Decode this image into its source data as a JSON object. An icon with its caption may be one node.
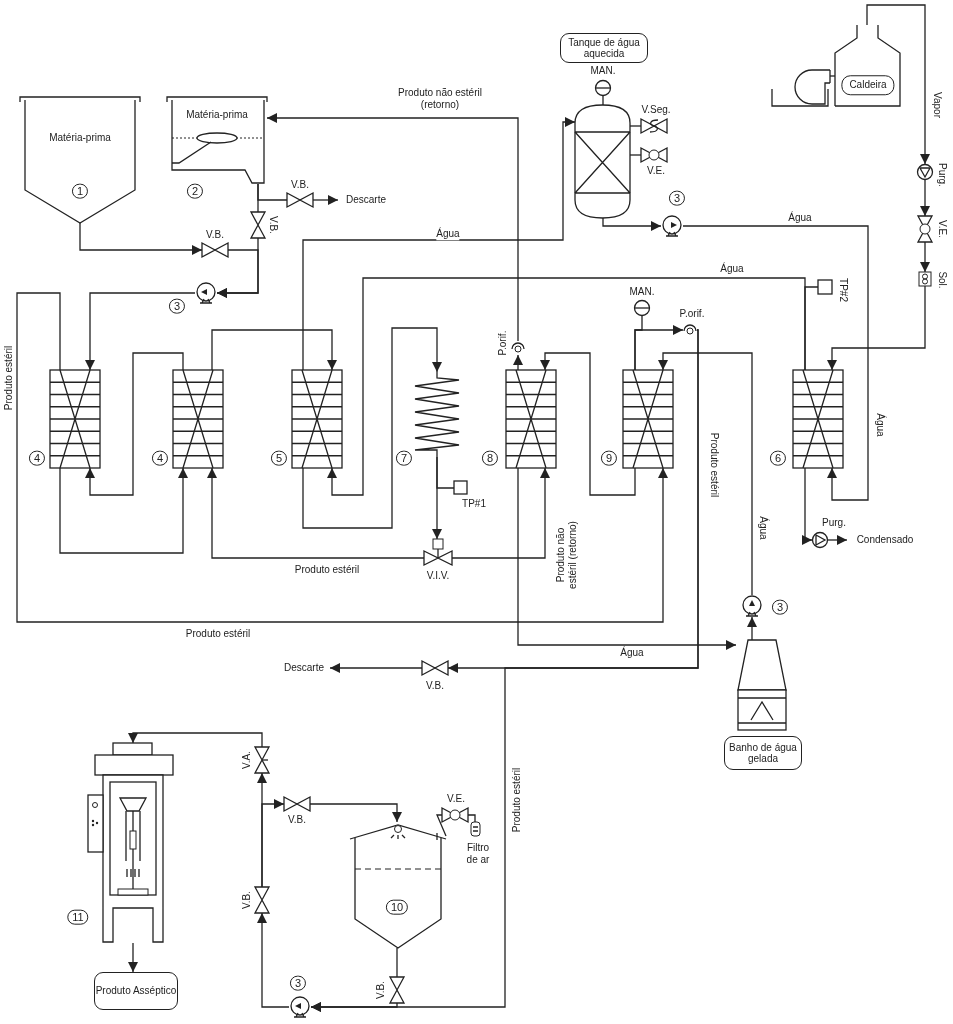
{
  "diagram": {
    "nodes": [
      {
        "text": [
          "Matéria-prima",
          "1"
        ]
      },
      {
        "text": [
          "Matéria-prima"
        ],
        "beside": [
          "2"
        ]
      },
      {
        "text": [],
        "shape": "valve",
        "beside": [
          "V.B."
        ]
      },
      {
        "text": [
          "Descarte"
        ]
      },
      {
        "text": [],
        "shape": "valve",
        "beside": [
          "V.B."
        ]
      },
      {
        "text": [],
        "shape": "valve",
        "beside": [
          "V.B."
        ]
      },
      {
        "text": [],
        "shape": "pump",
        "beside": [
          "3"
        ]
      },
      {
        "text": [],
        "shape": "box",
        "beside": [
          "4"
        ]
      },
      {
        "text": [],
        "shape": "box",
        "beside": [
          "4"
        ]
      },
      {
        "text": [],
        "shape": "box",
        "beside": [
          "5"
        ]
      },
      {
        "text": [],
        "shape": "coil",
        "beside": [
          "7"
        ]
      },
      {
        "text": [],
        "shape": "box",
        "beside": [
          "TP#1"
        ]
      },
      {
        "text": [],
        "shape": "valve",
        "beside": [
          "V.I.V."
        ]
      },
      {
        "text": [],
        "shape": "box",
        "beside": [
          "8"
        ]
      },
      {
        "text": [],
        "shape": "circle",
        "beside": [
          "P.orif."
        ]
      },
      {
        "text": [],
        "shape": "box",
        "beside": [
          "9"
        ]
      },
      {
        "text": [],
        "shape": "circle",
        "beside": [
          "MAN."
        ]
      },
      {
        "text": [],
        "shape": "circle",
        "beside": [
          "P.orif."
        ]
      },
      {
        "text": [],
        "shape": "box",
        "beside": [
          "6"
        ]
      },
      {
        "text": [],
        "shape": "circle",
        "beside": [
          "Purg."
        ]
      },
      {
        "text": [
          "Condensado"
        ]
      },
      {
        "text": [],
        "shape": "box",
        "beside": [
          "TP#2"
        ]
      },
      {
        "text": [
          "Tanque de água aquecida"
        ]
      },
      {
        "text": [],
        "shape": "tank"
      },
      {
        "text": [],
        "shape": "circle",
        "beside": [
          "MAN."
        ]
      },
      {
        "text": [],
        "shape": "valve",
        "beside": [
          "V.Seg."
        ]
      },
      {
        "text": [],
        "shape": "valve",
        "beside": [
          "V.E."
        ]
      },
      {
        "text": [],
        "shape": "pump",
        "beside": [
          "3"
        ]
      },
      {
        "text": [
          "Caldeira"
        ]
      },
      {
        "text": [],
        "shape": "circle",
        "beside": [
          "Purg."
        ]
      },
      {
        "text": [],
        "shape": "valve",
        "beside": [
          "V.E."
        ]
      },
      {
        "text": [],
        "shape": "box",
        "beside": [
          "Sol."
        ]
      },
      {
        "text": [],
        "shape": "pump",
        "beside": [
          "3"
        ]
      },
      {
        "text": [],
        "shape": "tank"
      },
      {
        "text": [
          "Banho de água gelada"
        ]
      },
      {
        "text": [],
        "shape": "valve",
        "beside": [
          "V.B."
        ]
      },
      {
        "text": [
          "Descarte"
        ]
      },
      {
        "text": [
          "10"
        ]
      },
      {
        "text": [],
        "shape": "valve",
        "beside": [
          "V.E."
        ]
      },
      {
        "text": [],
        "shape": "cylinder",
        "beside": [
          "Filtro de ar"
        ]
      },
      {
        "text": [],
        "shape": "valve",
        "beside": [
          "V.B."
        ]
      },
      {
        "text": [],
        "shape": "pump",
        "beside": [
          "3"
        ]
      },
      {
        "text": [],
        "shape": "valve",
        "beside": [
          "V.B."
        ]
      },
      {
        "text": [],
        "shape": "valve",
        "beside": [
          "V.B."
        ]
      },
      {
        "text": [],
        "shape": "valve",
        "beside": [
          "V.A."
        ]
      },
      {
        "text": [],
        "shape": "picture",
        "beside": [
          "11"
        ]
      },
      {
        "text": [
          "Produto Asséptico"
        ]
      }
    ],
    "edges": [
      {
        "from": 0,
        "to": 5,
        "arrow": "to"
      },
      {
        "from": 5,
        "to": 6,
        "arrow": "to"
      },
      {
        "from": 1,
        "to": 4,
        "arrow": "none"
      },
      {
        "from": 4,
        "to": 6,
        "arrow": "to"
      },
      {
        "from": 1,
        "to": 2,
        "arrow": "none"
      },
      {
        "from": 2,
        "to": 3,
        "arrow": "to"
      },
      {
        "from": 6,
        "to": 7,
        "arrow": "to"
      },
      {
        "from": 7,
        "to": 15,
        "arrow": "to",
        "label": "Produto estéril"
      },
      {
        "from": 7,
        "to": 8,
        "arrow": "to"
      },
      {
        "from": 8,
        "to": 7,
        "arrow": "to"
      },
      {
        "from": 8,
        "to": 9,
        "arrow": "to"
      },
      {
        "from": 9,
        "to": 23,
        "arrow": "to",
        "label": "Água"
      },
      {
        "from": 9,
        "to": 10,
        "arrow": "to"
      },
      {
        "from": 10,
        "to": 12,
        "arrow": "to"
      },
      {
        "from": 10,
        "to": 11,
        "arrow": "none"
      },
      {
        "from": 12,
        "to": 8,
        "arrow": "to",
        "label": "Produto estéril"
      },
      {
        "from": 12,
        "to": 13,
        "arrow": "to",
        "label": "Produto não estéril (retorno)"
      },
      {
        "from": 13,
        "to": 14,
        "arrow": "to"
      },
      {
        "from": 14,
        "to": 1,
        "arrow": "to",
        "label": "Produto não estéril (retorno)"
      },
      {
        "from": 15,
        "to": 13,
        "arrow": "to"
      },
      {
        "from": 15,
        "to": 17,
        "arrow": "to"
      },
      {
        "from": 16,
        "to": 15,
        "arrow": "none"
      },
      {
        "from": 17,
        "to": 35,
        "arrow": "to"
      },
      {
        "from": 35,
        "to": 36,
        "arrow": "to"
      },
      {
        "from": 17,
        "to": 41,
        "arrow": "to",
        "label": "Produto estéril"
      },
      {
        "from": 37,
        "to": 40,
        "arrow": "none"
      },
      {
        "from": 40,
        "to": 41,
        "arrow": "to"
      },
      {
        "from": 41,
        "to": 42,
        "arrow": "to"
      },
      {
        "from": 42,
        "to": 44,
        "arrow": "to"
      },
      {
        "from": 42,
        "to": 43,
        "arrow": "to"
      },
      {
        "from": 43,
        "to": 37,
        "arrow": "to"
      },
      {
        "from": 44,
        "to": 45,
        "arrow": "to"
      },
      {
        "from": 45,
        "to": 46,
        "arrow": "to"
      },
      {
        "from": 37,
        "to": 38,
        "arrow": "none"
      },
      {
        "from": 38,
        "to": 39,
        "arrow": "none"
      },
      {
        "from": 23,
        "to": 27,
        "arrow": "to"
      },
      {
        "from": 27,
        "to": 18,
        "arrow": "to",
        "label": "Água"
      },
      {
        "from": 24,
        "to": 23,
        "arrow": "none"
      },
      {
        "from": 23,
        "to": 25,
        "arrow": "none"
      },
      {
        "from": 23,
        "to": 26,
        "arrow": "none"
      },
      {
        "from": 28,
        "to": 29,
        "arrow": "to",
        "label": "Vapor"
      },
      {
        "from": 29,
        "to": 30,
        "arrow": "to"
      },
      {
        "from": 30,
        "to": 31,
        "arrow": "to"
      },
      {
        "from": 31,
        "to": 18,
        "arrow": "to"
      },
      {
        "from": 18,
        "to": 21,
        "arrow": "none"
      },
      {
        "from": 18,
        "to": 9,
        "arrow": "to",
        "label": "Água"
      },
      {
        "from": 18,
        "to": 19,
        "arrow": "to"
      },
      {
        "from": 19,
        "to": 20,
        "arrow": "to"
      },
      {
        "from": 13,
        "to": 33,
        "arrow": "to",
        "label": "Água"
      },
      {
        "from": 33,
        "to": 32,
        "arrow": "to"
      },
      {
        "from": 32,
        "to": 15,
        "arrow": "to",
        "label": "Água"
      }
    ],
    "labels": [
      "Produto estéril",
      "Água",
      "Produto estéril"
    ]
  }
}
